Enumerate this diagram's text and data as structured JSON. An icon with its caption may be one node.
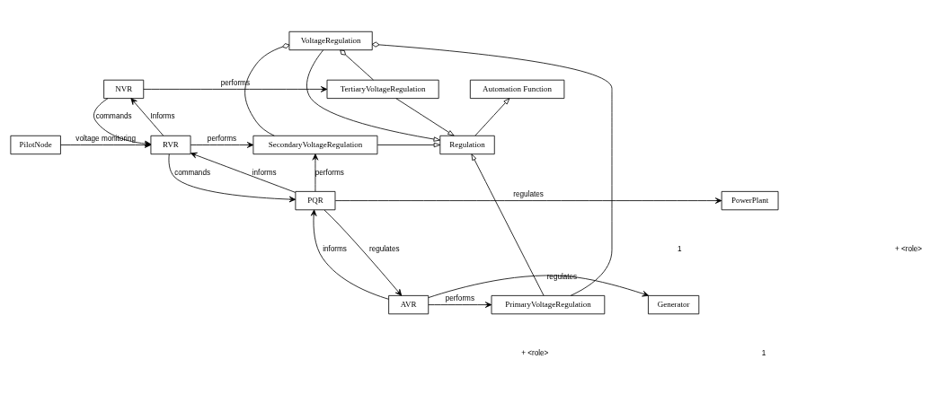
{
  "diagram": {
    "nodes": [
      {
        "text": [
          "VoltageRegulation"
        ]
      },
      {
        "text": [
          "Automation Function"
        ]
      },
      {
        "text": [
          "TertiaryVoltageRegulation"
        ]
      },
      {
        "text": [
          "Regulation"
        ]
      },
      {
        "text": [
          "SecondaryVoltageRegulation"
        ]
      },
      {
        "text": [
          "PrimaryVoltageRegulation"
        ]
      },
      {
        "text": [
          "NVR"
        ]
      },
      {
        "text": [
          "RVR"
        ]
      },
      {
        "text": [
          "PQR"
        ]
      },
      {
        "text": [
          "AVR"
        ]
      },
      {
        "text": [
          "PilotNode"
        ]
      },
      {
        "text": [
          "PowerPlant"
        ]
      },
      {
        "text": [
          "Generator"
        ]
      }
    ],
    "edges": [
      {
        "from": 3,
        "to": 1,
        "arrow": "to"
      },
      {
        "from": 0,
        "to": 3,
        "arrow": "to"
      },
      {
        "from": 2,
        "to": 3,
        "arrow": "to"
      },
      {
        "from": 4,
        "to": 3,
        "arrow": "to"
      },
      {
        "from": 5,
        "to": 3,
        "arrow": "to"
      },
      {
        "from": 0,
        "to": 2,
        "arrow": "other"
      },
      {
        "from": 0,
        "to": 4,
        "arrow": "other"
      },
      {
        "from": 0,
        "to": 5,
        "arrow": "other"
      },
      {
        "from": 6,
        "to": 2,
        "arrow": "to",
        "label": "performs"
      },
      {
        "from": 6,
        "to": 7,
        "arrow": "to",
        "label": "commands"
      },
      {
        "from": 7,
        "to": 6,
        "arrow": "to",
        "label": "Informs"
      },
      {
        "from": 7,
        "to": 4,
        "arrow": "to",
        "label": "performs"
      },
      {
        "from": 10,
        "to": 7,
        "arrow": "to",
        "label": "voltage monitoring"
      },
      {
        "from": 7,
        "to": 8,
        "arrow": "to",
        "label": "commands"
      },
      {
        "from": 8,
        "to": 7,
        "arrow": "to",
        "label": "informs"
      },
      {
        "from": 8,
        "to": 4,
        "arrow": "to",
        "label": "performs"
      },
      {
        "from": 8,
        "to": 11,
        "arrow": "to",
        "label": "regulates"
      },
      {
        "from": 8,
        "to": 9,
        "arrow": "to",
        "label": "regulates"
      },
      {
        "from": 9,
        "to": 8,
        "arrow": "to",
        "label": "informs"
      },
      {
        "from": 9,
        "to": 5,
        "arrow": "to",
        "label": "performs"
      },
      {
        "from": 9,
        "to": 12,
        "arrow": "to",
        "label": "regulates"
      }
    ],
    "labels": [
      "1",
      "+ <role>",
      "+ <role>",
      "1"
    ]
  }
}
